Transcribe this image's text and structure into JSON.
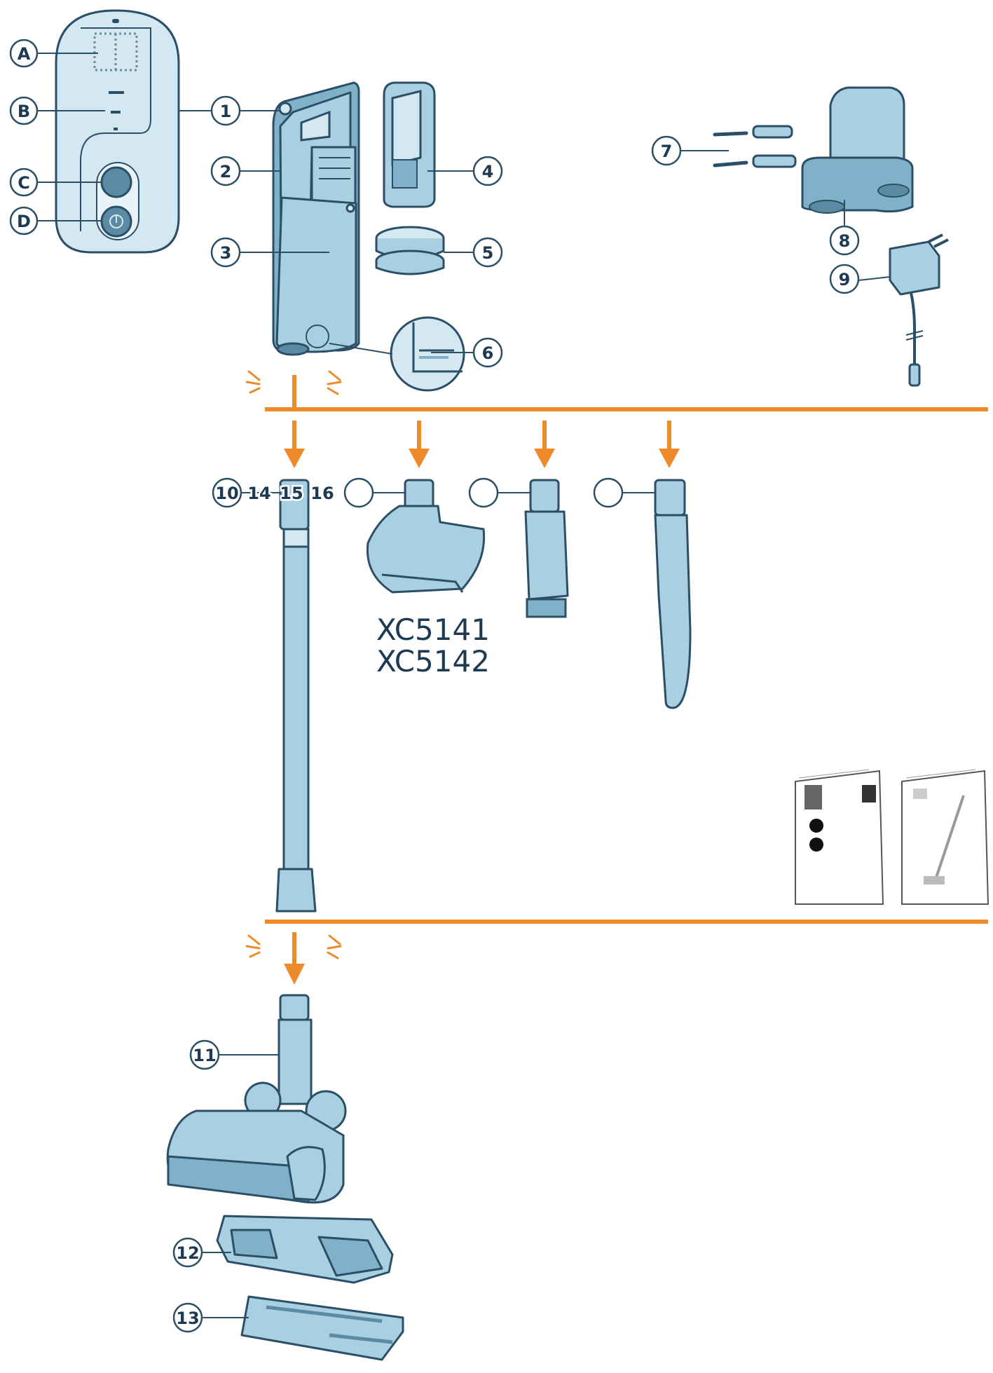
{
  "callouts": {
    "A": "A",
    "B": "B",
    "C": "C",
    "D": "D",
    "n1": "1",
    "n2": "2",
    "n3": "3",
    "n4": "4",
    "n5": "5",
    "n6": "6",
    "n7": "7",
    "n8": "8",
    "n9": "9",
    "n10": "10",
    "n14": "14",
    "n15": "15",
    "n16": "16",
    "n11": "11",
    "n12": "12",
    "n13": "13"
  },
  "models": [
    "XC5141",
    "XC5142"
  ],
  "colors": {
    "accent": "#ef8a2b",
    "part_fill": "#a9cfe0",
    "outline": "#2b4f66",
    "label": "#1d3a52"
  },
  "icons": [
    "display-panel-icon",
    "power-icon",
    "wall-mount-icon",
    "charger-icon",
    "manual-icon"
  ]
}
